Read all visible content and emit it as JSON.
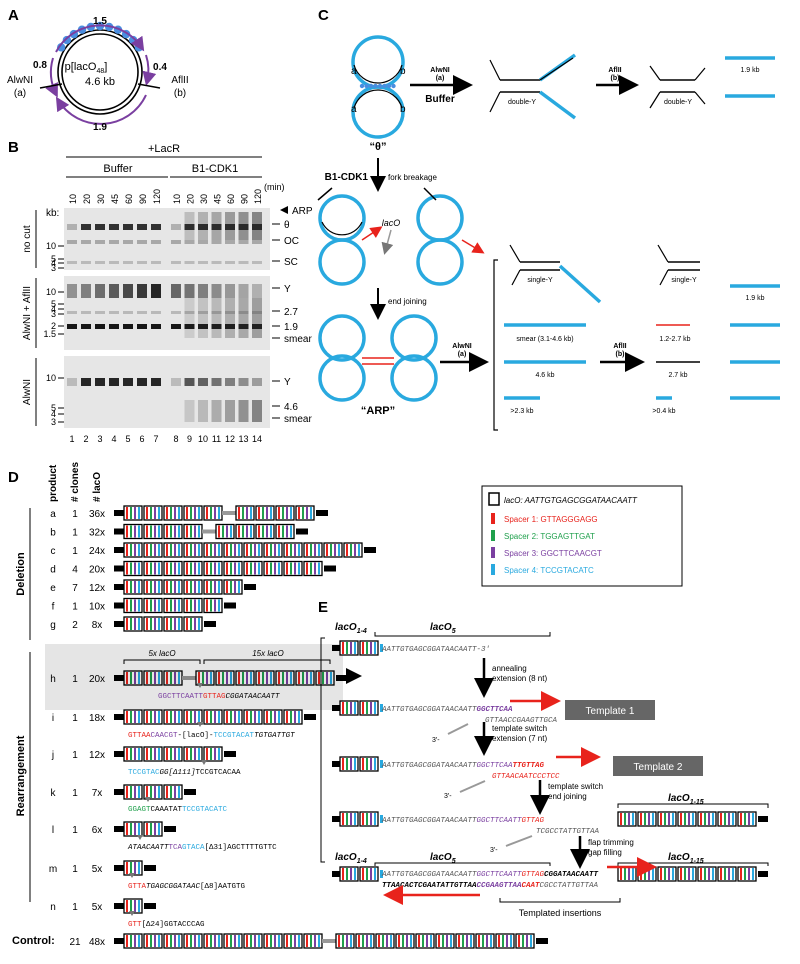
{
  "panels": {
    "A": "A",
    "B": "B",
    "C": "C",
    "D": "D",
    "E": "E"
  },
  "panelA": {
    "plasmid_l1": "p[lacO",
    "plasmid_sub": "48",
    "plasmid_l1_end": "]",
    "plasmid_l2": "4.6 kb",
    "seg_top": "1.5",
    "seg_left": "0.8",
    "seg_right": "0.4",
    "seg_bottom": "1.9",
    "site_left": "AlwNI",
    "site_left_tag": "(a)",
    "site_right": "AflII",
    "site_right_tag": "(b)"
  },
  "panelB": {
    "lacR": "+LacR",
    "group1": "Buffer",
    "group2": "B1-CDK1",
    "times": [
      "10",
      "20",
      "30",
      "45",
      "60",
      "90",
      "120",
      "10",
      "20",
      "30",
      "45",
      "60",
      "90",
      "120"
    ],
    "min": "(min)",
    "kb": "kb:",
    "gels": [
      {
        "label": "no cut",
        "ticks": [
          "10",
          "5",
          "4",
          "3"
        ],
        "right": [
          "ARP",
          "θ",
          "OC",
          "SC"
        ]
      },
      {
        "label": "AlwNI + AflII",
        "ticks": [
          "10",
          "5",
          "4",
          "3",
          "2",
          "1.5"
        ],
        "right": [
          "Y",
          "2.7",
          "1.9",
          "smear"
        ]
      },
      {
        "label": "AlwNI",
        "ticks": [
          "10",
          "5",
          "4",
          "3"
        ],
        "right": [
          "Y",
          "4.6",
          "smear"
        ]
      }
    ],
    "lanes": [
      "1",
      "2",
      "3",
      "4",
      "5",
      "6",
      "7",
      "8",
      "9",
      "10",
      "11",
      "12",
      "13",
      "14"
    ]
  },
  "panelC": {
    "theta": "“θ”",
    "arp": "“ARP”",
    "b1cdk1": "B1-CDK1",
    "fork_breakage": "fork breakage",
    "end_joining": "end joining",
    "alwni": "AlwNI",
    "alwni_tag": "(a)",
    "aflii": "AflII",
    "aflii_tag": "(b)",
    "buffer": "Buffer",
    "double_y": "double-Y",
    "single_y": "single-Y",
    "laco": "lacO",
    "a": "a",
    "b": "b",
    "sizes": [
      "1.9 kb",
      "smear (3.1-4.6 kb)",
      "4.6 kb",
      ">2.3 kb",
      "1.2-2.7 kb",
      "2.7 kb",
      ">0.4 kb"
    ]
  },
  "panelD": {
    "headers": [
      "product",
      "# clones",
      "# lacO"
    ],
    "deletion_label": "Deletion",
    "rearrangement_label": "Rearrangement",
    "control_label": "Control:",
    "deletion_rows": [
      {
        "p": "a",
        "c": "1",
        "n": "36x"
      },
      {
        "p": "b",
        "c": "1",
        "n": "32x"
      },
      {
        "p": "c",
        "c": "1",
        "n": "24x"
      },
      {
        "p": "d",
        "c": "4",
        "n": "20x"
      },
      {
        "p": "e",
        "c": "7",
        "n": "12x"
      },
      {
        "p": "f",
        "c": "1",
        "n": "10x"
      },
      {
        "p": "g",
        "c": "2",
        "n": "8x"
      }
    ],
    "rearr_rows": [
      {
        "p": "h",
        "c": "1",
        "n": "20x"
      },
      {
        "p": "i",
        "c": "1",
        "n": "18x"
      },
      {
        "p": "j",
        "c": "1",
        "n": "12x"
      },
      {
        "p": "k",
        "c": "1",
        "n": "7x"
      },
      {
        "p": "l",
        "c": "1",
        "n": "6x"
      },
      {
        "p": "m",
        "c": "1",
        "n": "5x"
      },
      {
        "p": "n",
        "c": "1",
        "n": "5x"
      }
    ],
    "control": {
      "c": "21",
      "n": "48x"
    },
    "h_5x": "5x lacO",
    "h_15x": "15x lacO",
    "seq_h": [
      "GGCTTCAATT",
      "GTTAG",
      "CGGATAACAATT"
    ],
    "seq_i": [
      "GTTAA",
      "CAACGT",
      "-[lacO]-",
      "TCCGTACAT",
      "TGTGATTGT"
    ],
    "seq_j": [
      "TCCGTAC",
      "GG[Δ111]",
      "TCCGTCACAA"
    ],
    "seq_k": [
      "GGAGT",
      "CAAATAT",
      "TCCGTACATC"
    ],
    "seq_l": [
      "ATAACAATT",
      "TCA",
      "GTACA",
      "[Δ31]",
      "AGCTTTTGTTC"
    ],
    "seq_m": [
      "GTTA",
      "TGAGCGGATAAC",
      "[Δ8]",
      "AATGTG"
    ],
    "seq_n": [
      "GTT",
      "[Δ24]",
      "GGTACCCAG"
    ],
    "legend": {
      "laco": "lacO: AATTGTGAGCGGATAACAATT",
      "s1": "Spacer 1: GTTAGGGAGG",
      "s2": "Spacer 2: TGGAGTTGAT",
      "s3": "Spacer 3: GGCTTCAACGT",
      "s4": "Spacer 4: TCCGTACATC"
    },
    "colors": {
      "s1": "#e8231c",
      "s2": "#1fa04c",
      "s3": "#7a3fa0",
      "s4": "#29a9df"
    }
  },
  "panelE": {
    "laco14": "lacO",
    "laco14_sub": "1-4",
    "laco5": "lacO",
    "laco5_sub": "5",
    "laco115": "lacO",
    "laco115_sub": "1-15",
    "seq1": "AATTGTGAGCGGATAACAATT",
    "seq1_end": "-3′",
    "step1": "annealing",
    "step1b": "extension (8 nt)",
    "step2": "template switch",
    "step2b": "extension (7 nt)",
    "step3": "template switch",
    "step3b": "end joining",
    "step4": "flap trimming",
    "step4b": "gap filling",
    "template1": "Template 1",
    "template2": "Template 2",
    "s2_top_ins": "GGCTTCAA",
    "s2_bot": "GTTAACCGAAGTTGCA",
    "s3_top_ins1": "GGCTTCAA",
    "s3_top_ins2": "TTGTTAG",
    "s3_bot": "GTTAACAATCCCTCC",
    "s4_top_ins1": "GGCTTCAATT",
    "s4_top_ins2": "GTTAG",
    "s4_bot": "TCGCCTATTGTTAA",
    "f_top_ins1": "GGCTTCAATT",
    "f_top_ins2": "GTTAG",
    "f_top_end": "CGGATAACAATT",
    "f_bot1": "TTAACACTCGAATATTGTTAA",
    "f_bot2": "CCGAAGTTAA",
    "f_bot3": "CAAT",
    "f_bot4": "CGCCTATTGTTAA",
    "three_prime": "3′-",
    "templated": "Templated insertions"
  }
}
